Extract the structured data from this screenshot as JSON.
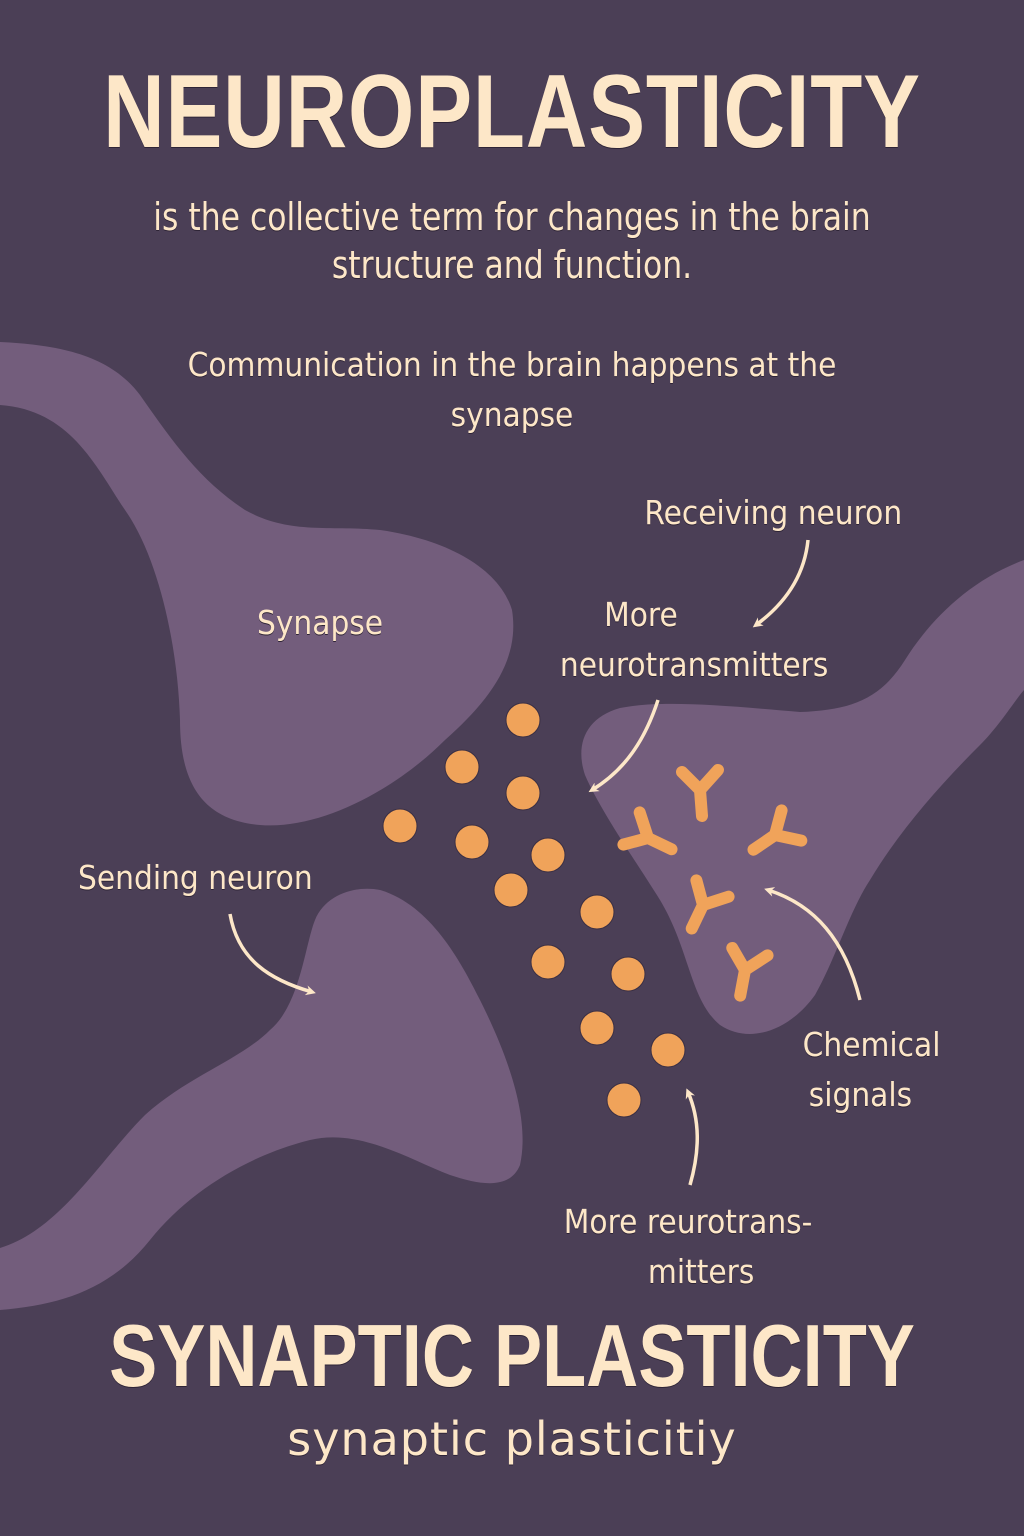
{
  "colors": {
    "background": "#4b3f56",
    "neuron": "#735d7c",
    "neurotransmitter": "#f0a35a",
    "text": "#fde7c8"
  },
  "header": {
    "title": "NEUROPLASTICITY",
    "subtitle": "is the collective term for changes in the brain structure and function."
  },
  "intro": {
    "text": "Communication in the brain happens at the synapse"
  },
  "labels": {
    "synapse": "Synapse",
    "receiving_neuron": "Receiving neuron",
    "more_neurotransmitters_top_line1": "More",
    "more_neurotransmitters_top_line2": "neurotransmitters",
    "sending_neuron": "Sending neuron",
    "chemical_signals_line1": "Chemical",
    "chemical_signals_line2": "signals",
    "more_neurotransmitters_bottom_line1": "More reurotrans-",
    "more_neurotransmitters_bottom_line2": "mitters"
  },
  "footer": {
    "title": "SYNAPTIC PLASTICITY",
    "subtitle": "synaptic plasticitiy"
  },
  "icons": {
    "neurotransmitter_dot": "orange-circle",
    "receptor": "orange-y-shape",
    "arrow": "curved-arrow"
  }
}
